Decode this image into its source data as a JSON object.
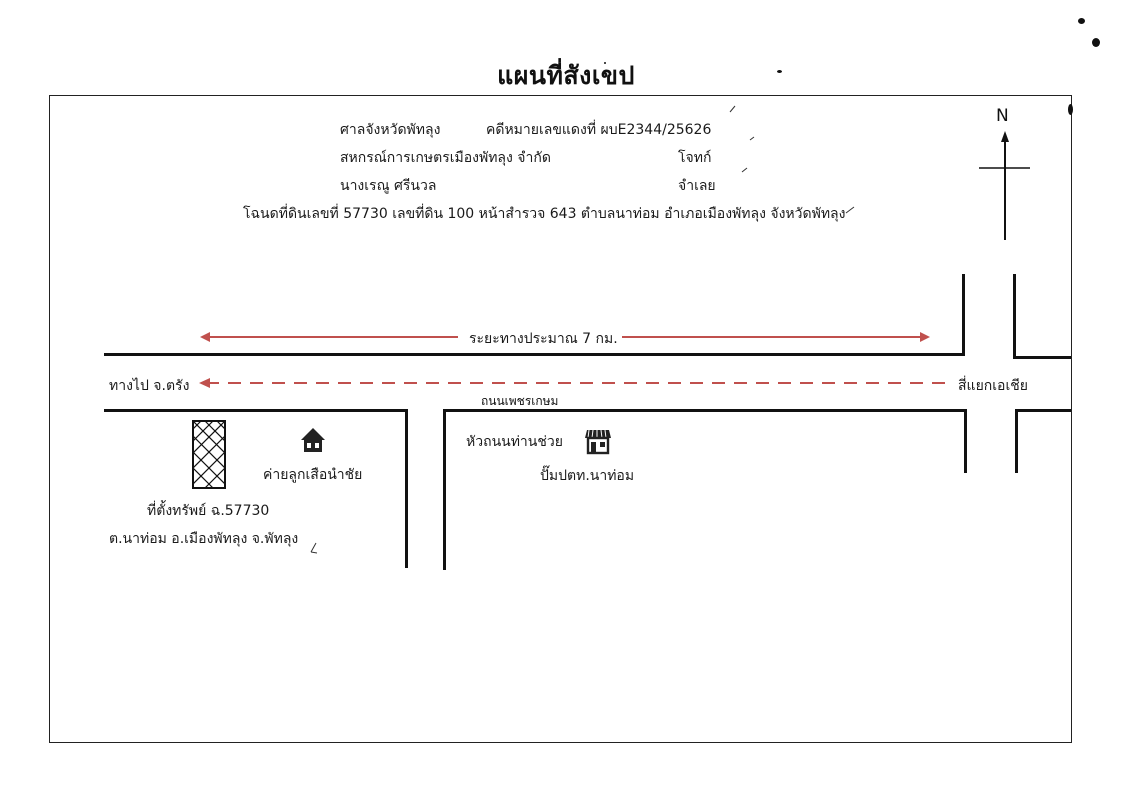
{
  "map": {
    "title": "แผนที่สังเขป",
    "header": {
      "court": "ศาลจังหวัดพัทลุง",
      "case_number": "คดีหมายเลขแดงที่ ผบE2344/25626",
      "plaintiff_name": "สหกรณ์การเกษตรเมืองพัทลุง จำกัด",
      "plaintiff_role": "โจทก์",
      "defendant_name": "นางเรณู  ศรีนวล",
      "defendant_role": "จำเลย",
      "deed_line": "โฉนดที่ดินเลขที่ 57730 เลขที่ดิน 100 หน้าสำรวจ 643 ตำบลนาท่อม อำเภอเมืองพัทลุง จังหวัดพัทลุง"
    },
    "compass": {
      "label": "N"
    },
    "distance_label": "ระยะทางประมาณ 7 กม.",
    "route": {
      "to_label": "ทางไป  จ.ตรัง",
      "from_label": "สี่แยกเอเชีย",
      "road_name": "ถนนเพชรเกษม"
    },
    "landmarks": {
      "camp_label": "ค่ายลูกเสือนำชัย",
      "junction_label": "หัวถนนท่านช่วย",
      "gas_station_label": "ปั๊มปตท.นาท่อม",
      "property_line1": "ที่ตั้งทรัพย์ ฉ.57730",
      "property_line2": "ต.นาท่อม อ.เมืองพัทลุง จ.พัทลุง"
    },
    "colors": {
      "arrow": "#c0504d",
      "line": "#111111"
    },
    "icons": {
      "house": "house-icon",
      "shop": "shop-icon",
      "compass": "compass-arrow-icon",
      "property": "property-hatch-icon"
    }
  }
}
